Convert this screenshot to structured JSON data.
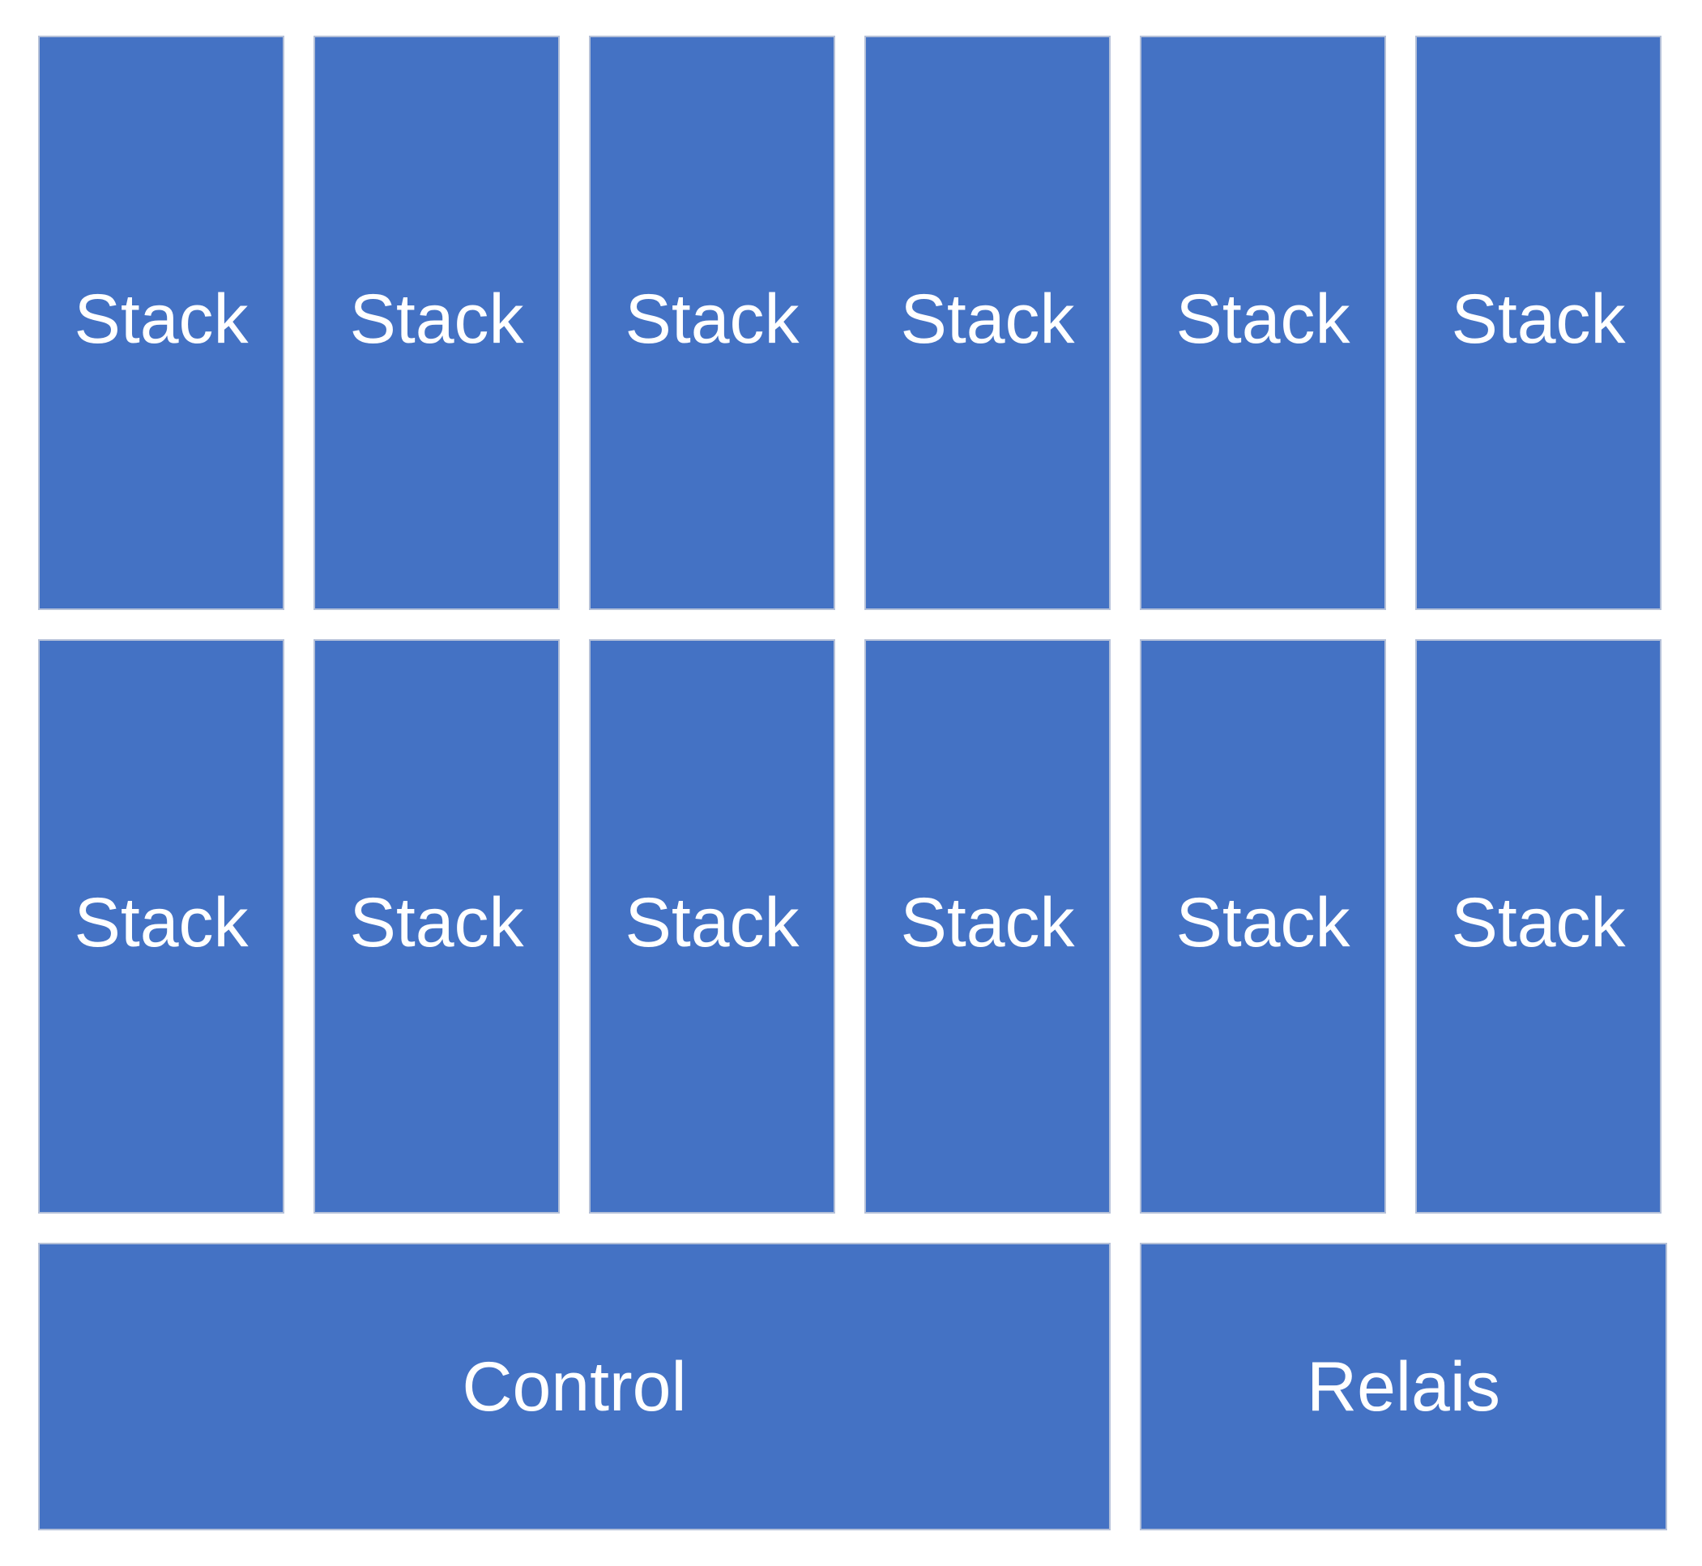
{
  "colors": {
    "block_fill": "#4472c4",
    "block_border": "#b4c0d8",
    "label_text": "#ffffff",
    "background": "#ffffff"
  },
  "stacks": {
    "row_1": [
      {
        "label": "Stack"
      },
      {
        "label": "Stack"
      },
      {
        "label": "Stack"
      },
      {
        "label": "Stack"
      },
      {
        "label": "Stack"
      },
      {
        "label": "Stack"
      }
    ],
    "row_2": [
      {
        "label": "Stack"
      },
      {
        "label": "Stack"
      },
      {
        "label": "Stack"
      },
      {
        "label": "Stack"
      },
      {
        "label": "Stack"
      },
      {
        "label": "Stack"
      }
    ]
  },
  "control": {
    "label": "Control"
  },
  "relais": {
    "label": "Relais"
  }
}
